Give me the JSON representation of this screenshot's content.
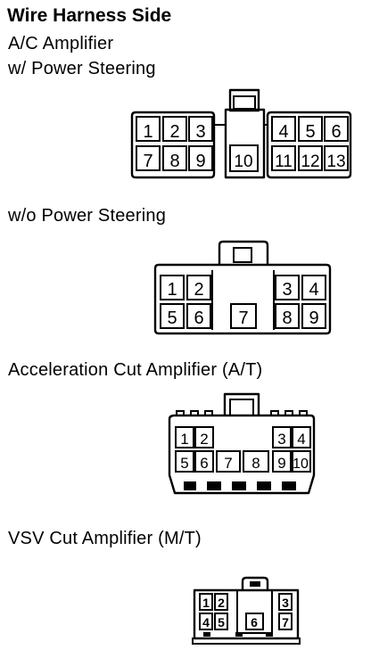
{
  "header": {
    "title": "Wire Harness Side"
  },
  "sections": [
    {
      "labels": [
        "A/C Amplifier",
        "w/ Power Steering"
      ],
      "pins": [
        "1",
        "2",
        "3",
        "4",
        "5",
        "6",
        "7",
        "8",
        "9",
        "10",
        "11",
        "12",
        "13"
      ]
    },
    {
      "labels": [
        "w/o Power Steering"
      ],
      "pins": [
        "1",
        "2",
        "3",
        "4",
        "5",
        "6",
        "7",
        "8",
        "9"
      ]
    },
    {
      "labels": [
        "Acceleration Cut Amplifier (A/T)"
      ],
      "pins": [
        "1",
        "2",
        "3",
        "4",
        "5",
        "6",
        "7",
        "8",
        "9",
        "10"
      ]
    },
    {
      "labels": [
        "VSV Cut Amplifier (M/T)"
      ],
      "pins": [
        "1",
        "2",
        "3",
        "4",
        "5",
        "6",
        "7"
      ]
    }
  ]
}
